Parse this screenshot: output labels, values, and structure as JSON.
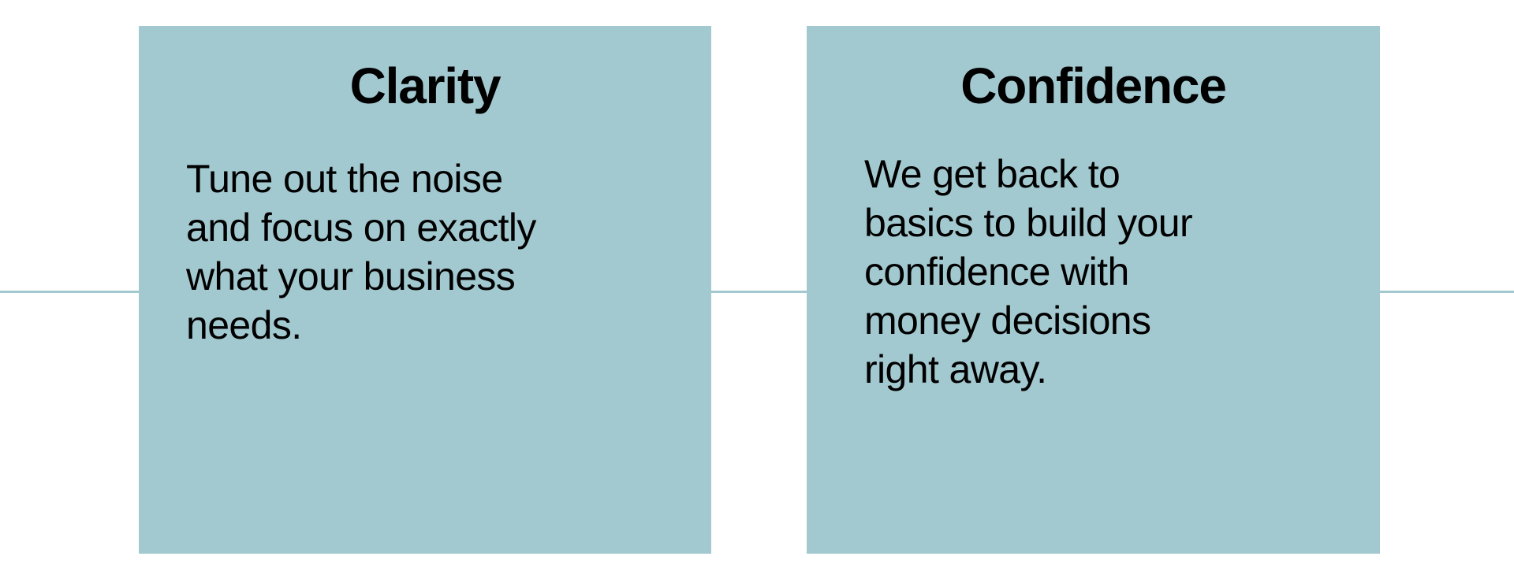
{
  "page": {
    "background_color": "#ffffff",
    "accent_color": "#a3c9d0",
    "text_color": "#000000"
  },
  "divider": {
    "color": "#a3c9d0"
  },
  "cards": [
    {
      "id": "clarity",
      "title": "Clarity",
      "body": "Tune out the noise\nand focus on exactly\nwhat your business\nneeds.",
      "background_color": "#a3c9d0"
    },
    {
      "id": "confidence",
      "title": "Confidence",
      "body": "We get back to\nbasics to build your\nconfidence with\nmoney decisions\nright away.",
      "background_color": "#a3c9d0"
    }
  ]
}
